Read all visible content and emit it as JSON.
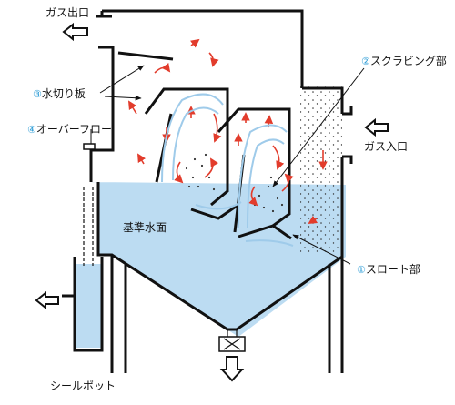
{
  "labels": {
    "gas_outlet": "ガス出口",
    "scraping_num": "②",
    "scraping": "スクラビング部",
    "mist_num": "③",
    "mist": "水切り板",
    "overflow_num": "④",
    "overflow": "オーバーフロー",
    "gas_inlet": "ガス入口",
    "water_level": "基準水面",
    "throat_num": "①",
    "throat": "スロート部",
    "seal_pot": "シールポット"
  },
  "colors": {
    "water": "#bcdcf2",
    "accent_number": "#2a9bd6",
    "flow_arrow": "#e23c2c",
    "line": "#111111"
  }
}
